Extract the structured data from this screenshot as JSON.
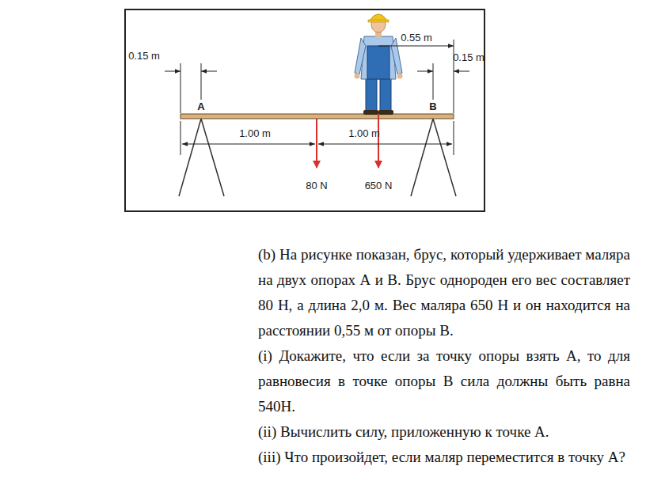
{
  "diagram": {
    "labels": [
      "0.15 m",
      "0.55 m",
      "0.15 m",
      "A",
      "B",
      "1.00 m",
      "1.00 m",
      "80 N",
      "650 N",
      "(b) На рисунке показан, брус, который удерживает маляра на двух опорах А и В. Брус однороден его вес составляет 80 Н, а длина 2,0 м. Вес маляра 650 Н и он находится на расстоянии 0,55 м от опоры В.",
      "(i) Докажите, что если за точку опоры взять А, то для равновесия в точке опоры В сила должны быть равна 540Н.",
      "(ii) Вычислить силу, приложенную к точке А.",
      "(iii) Что произойдет, если маляр переместится в точку А?"
    ]
  }
}
